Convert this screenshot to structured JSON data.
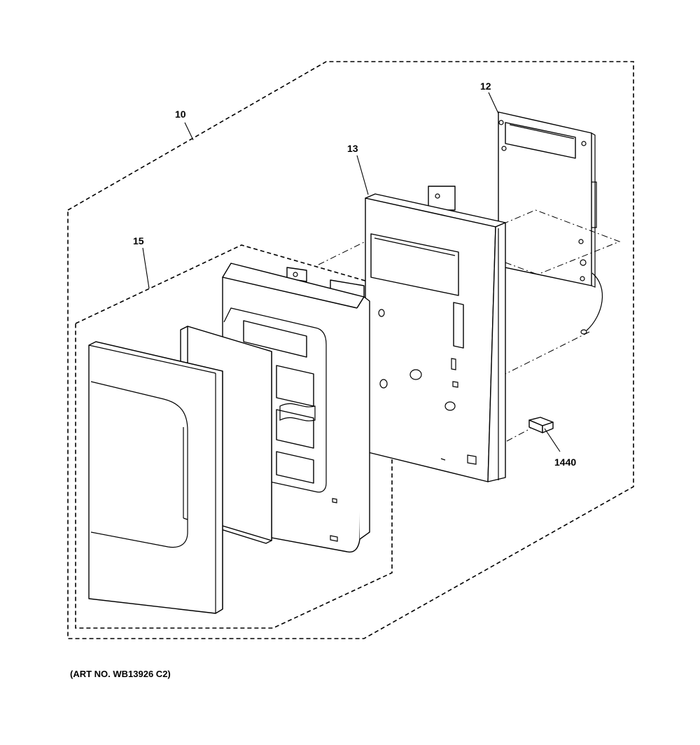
{
  "callouts": {
    "assembly_10": "10",
    "circuit_board_12": "12",
    "control_panel_13": "13",
    "panel_assembly_15": "15",
    "part_1440": "1440"
  },
  "art_number": "(ART NO. WB13926 C2)"
}
